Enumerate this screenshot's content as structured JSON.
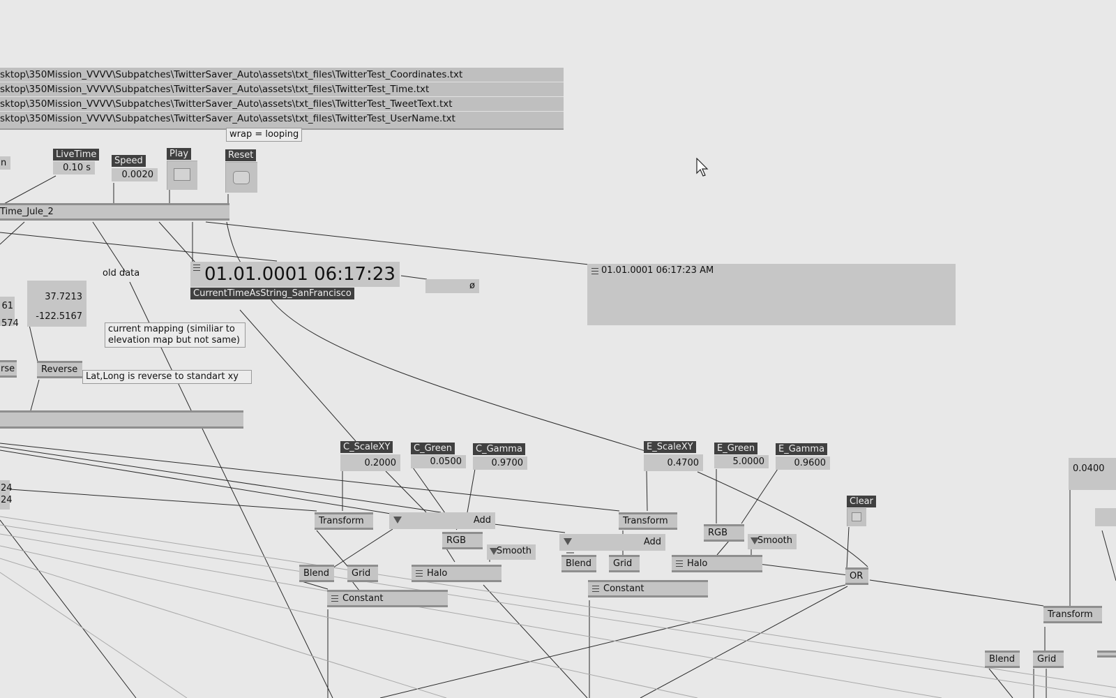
{
  "files": [
    "sktop\\350Mission_VVVV\\Subpatches\\TwitterSaver_Auto\\assets\\txt_files\\TwitterTest_Coordinates.txt",
    "sktop\\350Mission_VVVV\\Subpatches\\TwitterSaver_Auto\\assets\\txt_files\\TwitterTest_Time.txt",
    "sktop\\350Mission_VVVV\\Subpatches\\TwitterSaver_Auto\\assets\\txt_files\\TwitterTest_TweetText.txt",
    "sktop\\350Mission_VVVV\\Subpatches\\TwitterSaver_Auto\\assets\\txt_files\\TwitterTest_UserName.txt"
  ],
  "comments": {
    "wrap": "wrap = looping",
    "old_data": "old data",
    "mapping_line1": "current mapping (similiar to",
    "mapping_line2": "elevation map but not same)",
    "latlong": "Lat,Long is reverse to standart xy"
  },
  "controls": {
    "livetime_label": "LiveTime",
    "livetime_value": "0.10 s",
    "speed_label": "Speed",
    "speed_value": "0.0020",
    "play_label": "Play",
    "reset_label": "Reset",
    "clear_label": "Clear"
  },
  "left_edge": {
    "n": "n",
    "val_61": "61",
    "val_574": "574",
    "rse": "rse",
    "val_24a": "24",
    "val_24b": "24"
  },
  "coords": {
    "lat": "37.7213",
    "long": "-122.5167"
  },
  "time": {
    "node": "Time_Jule_2",
    "display": "01.01.0001 06:17:23",
    "label": "CurrentTimeAsString_SanFrancisco",
    "null_value": "ø",
    "string_output": "01.01.0001 06:17:23 AM"
  },
  "nodes": {
    "reverse": "Reverse",
    "transform": "Transform",
    "add": "Add",
    "rgb": "RGB",
    "smooth": "Smooth",
    "blend": "Blend",
    "grid": "Grid",
    "halo": "Halo",
    "constant": "Constant",
    "or": "OR"
  },
  "c_params": {
    "scale_label": "C_ScaleXY",
    "scale_value": "0.2000",
    "green_label": "C_Green",
    "green_value": "0.0500",
    "gamma_label": "C_Gamma",
    "gamma_value": "0.9700"
  },
  "e_params": {
    "scale_label": "E_ScaleXY",
    "scale_value": "0.4700",
    "green_label": "E_Green",
    "green_value": "5.0000",
    "gamma_label": "E_Gamma",
    "gamma_value": "0.9600"
  },
  "right_edge": {
    "value": "0.0400"
  }
}
